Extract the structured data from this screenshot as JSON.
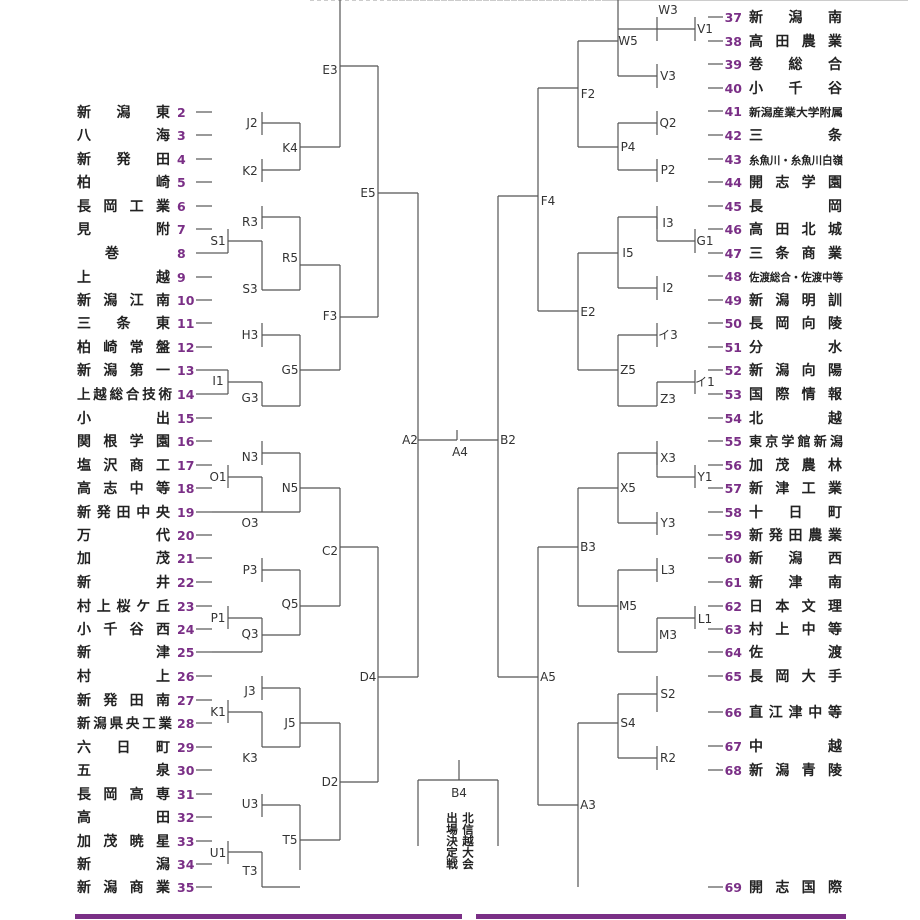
{
  "colors": {
    "number": "#7a2f86",
    "line": "#555555",
    "band": "#7a2f86"
  },
  "final": {
    "match": "A4",
    "playoff_match": "B4",
    "playoff_label": [
      "北信越大会",
      "出場決定戦"
    ]
  },
  "teams_left": [
    {
      "num": "2",
      "name": "新潟東"
    },
    {
      "num": "3",
      "name": "八海"
    },
    {
      "num": "4",
      "name": "新発田"
    },
    {
      "num": "5",
      "name": "柏崎"
    },
    {
      "num": "6",
      "name": "長岡工業"
    },
    {
      "num": "7",
      "name": "見附"
    },
    {
      "num": "8",
      "name": "巻"
    },
    {
      "num": "9",
      "name": "上越"
    },
    {
      "num": "10",
      "name": "新潟江南"
    },
    {
      "num": "11",
      "name": "三条東"
    },
    {
      "num": "12",
      "name": "柏崎常盤"
    },
    {
      "num": "13",
      "name": "新潟第一"
    },
    {
      "num": "14",
      "name": "上越総合技術"
    },
    {
      "num": "15",
      "name": "小出"
    },
    {
      "num": "16",
      "name": "関根学園"
    },
    {
      "num": "17",
      "name": "塩沢商工"
    },
    {
      "num": "18",
      "name": "高志中等"
    },
    {
      "num": "19",
      "name": "新発田中央"
    },
    {
      "num": "20",
      "name": "万代"
    },
    {
      "num": "21",
      "name": "加茂"
    },
    {
      "num": "22",
      "name": "新井"
    },
    {
      "num": "23",
      "name": "村上桜ケ丘"
    },
    {
      "num": "24",
      "name": "小千谷西"
    },
    {
      "num": "25",
      "name": "新津"
    },
    {
      "num": "26",
      "name": "村上"
    },
    {
      "num": "27",
      "name": "新発田南"
    },
    {
      "num": "28",
      "name": "新潟県央工業"
    },
    {
      "num": "29",
      "name": "六日町"
    },
    {
      "num": "30",
      "name": "五泉"
    },
    {
      "num": "31",
      "name": "長岡高専"
    },
    {
      "num": "32",
      "name": "高田"
    },
    {
      "num": "33",
      "name": "加茂暁星"
    },
    {
      "num": "34",
      "name": "新潟"
    },
    {
      "num": "35",
      "name": "新潟商業"
    }
  ],
  "teams_right": [
    {
      "num": "37",
      "name": "新潟南"
    },
    {
      "num": "38",
      "name": "高田農業"
    },
    {
      "num": "39",
      "name": "巻総合"
    },
    {
      "num": "40",
      "name": "小千谷"
    },
    {
      "num": "41",
      "name": "新潟産業大学附属"
    },
    {
      "num": "42",
      "name": "三条"
    },
    {
      "num": "43",
      "name": "糸魚川・糸魚川白嶺"
    },
    {
      "num": "44",
      "name": "開志学園"
    },
    {
      "num": "45",
      "name": "長岡"
    },
    {
      "num": "46",
      "name": "高田北城"
    },
    {
      "num": "47",
      "name": "三条商業"
    },
    {
      "num": "48",
      "name": "佐渡総合・佐渡中等"
    },
    {
      "num": "49",
      "name": "新潟明訓"
    },
    {
      "num": "50",
      "name": "長岡向陵"
    },
    {
      "num": "51",
      "name": "分水"
    },
    {
      "num": "52",
      "name": "新潟向陽"
    },
    {
      "num": "53",
      "name": "国際情報"
    },
    {
      "num": "54",
      "name": "北越"
    },
    {
      "num": "55",
      "name": "東京学館新潟"
    },
    {
      "num": "56",
      "name": "加茂農林"
    },
    {
      "num": "57",
      "name": "新津工業"
    },
    {
      "num": "58",
      "name": "十日町"
    },
    {
      "num": "59",
      "name": "新発田農業"
    },
    {
      "num": "60",
      "name": "新潟西"
    },
    {
      "num": "61",
      "name": "新津南"
    },
    {
      "num": "62",
      "name": "日本文理"
    },
    {
      "num": "63",
      "name": "村上中等"
    },
    {
      "num": "64",
      "name": "佐渡"
    },
    {
      "num": "65",
      "name": "長岡大手"
    },
    {
      "num": "66",
      "name": "直江津中等"
    },
    {
      "num": "67",
      "name": "中越"
    },
    {
      "num": "68",
      "name": "新潟青陵"
    },
    {
      "num": "69",
      "name": "開志国際"
    }
  ],
  "match_labels": {
    "left": [
      "J2",
      "K2",
      "K4",
      "R3",
      "S1",
      "S3",
      "R5",
      "H3",
      "I1",
      "G3",
      "G5",
      "N3",
      "O1",
      "O3",
      "N5",
      "P3",
      "P1",
      "Q3",
      "Q5",
      "J3",
      "K1",
      "K3",
      "J5",
      "U3",
      "U1",
      "T3",
      "T5",
      "E3",
      "E5",
      "F3",
      "C2",
      "D4",
      "D2",
      "A2"
    ],
    "right": [
      "W3",
      "V1",
      "V3",
      "W5",
      "Q2",
      "P2",
      "P4",
      "F2",
      "F4",
      "I3",
      "G1",
      "I2",
      "I5",
      "イ3",
      "イ1",
      "Z3",
      "Z5",
      "E2",
      "X3",
      "Y1",
      "Y3",
      "X5",
      "L3",
      "L1",
      "M3",
      "M5",
      "S2",
      "R2",
      "S4",
      "B3",
      "A3",
      "A5",
      "B2"
    ]
  }
}
